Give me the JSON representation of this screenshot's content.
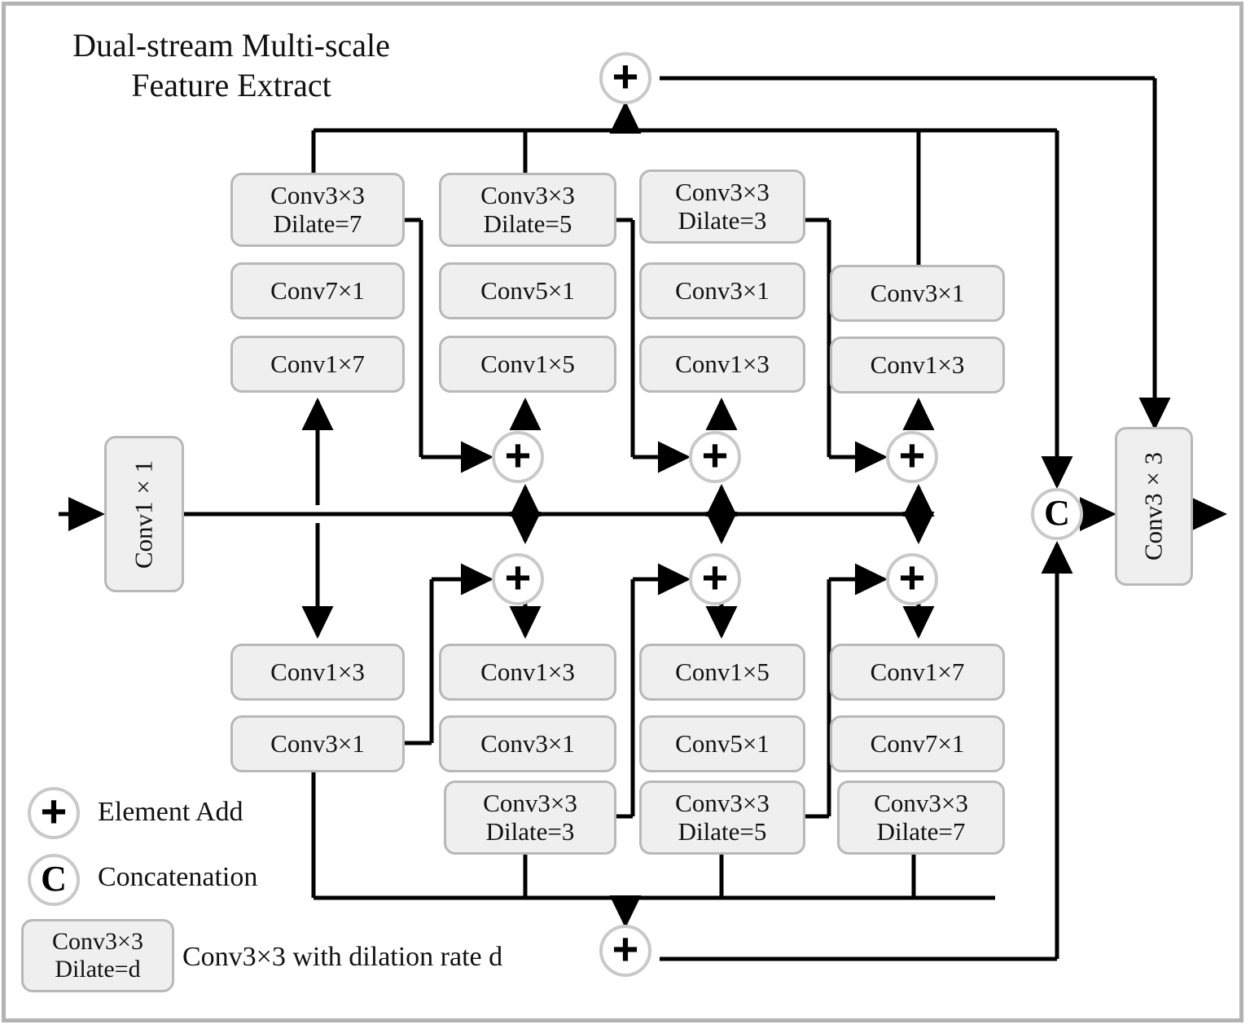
{
  "title": "Dual-stream Multi-scale\nFeature Extract",
  "title_line1": "Dual-stream Multi-scale",
  "title_line2": "Feature Extract",
  "colors": {
    "box_fill": "#efefef",
    "box_border": "#b8b8b8",
    "node_border": "#c9c9c9",
    "wire": "#000000",
    "frame": "#b3b3b3",
    "text": "#111111"
  },
  "entry": {
    "label": "Conv1×1",
    "orientation": "vertical"
  },
  "output": {
    "label": "Conv3×3",
    "orientation": "vertical"
  },
  "nodes": {
    "top_add": {
      "glyph": "+",
      "name": "Element Add"
    },
    "bottom_add": {
      "glyph": "+",
      "name": "Element Add"
    },
    "concat": {
      "glyph": "C",
      "name": "Concatenation"
    },
    "upper_adds": [
      {
        "glyph": "+"
      },
      {
        "glyph": "+"
      },
      {
        "glyph": "+"
      }
    ],
    "lower_adds": [
      {
        "glyph": "+"
      },
      {
        "glyph": "+"
      },
      {
        "glyph": "+"
      }
    ]
  },
  "upper_stream": {
    "columns": [
      {
        "index": 1,
        "blocks": [
          {
            "label_line1": "Conv3×3",
            "label_line2": "Dilate=7",
            "kind": "dilated"
          },
          {
            "label_line1": "Conv7×1",
            "kind": "plain"
          },
          {
            "label_line1": "Conv1×7",
            "kind": "plain"
          }
        ]
      },
      {
        "index": 2,
        "blocks": [
          {
            "label_line1": "Conv3×3",
            "label_line2": "Dilate=5",
            "kind": "dilated"
          },
          {
            "label_line1": "Conv5×1",
            "kind": "plain"
          },
          {
            "label_line1": "Conv1×5",
            "kind": "plain"
          }
        ]
      },
      {
        "index": 3,
        "blocks": [
          {
            "label_line1": "Conv3×3",
            "label_line2": "Dilate=3",
            "kind": "dilated"
          },
          {
            "label_line1": "Conv3×1",
            "kind": "plain"
          },
          {
            "label_line1": "Conv1×3",
            "kind": "plain"
          }
        ]
      },
      {
        "index": 4,
        "blocks": [
          {
            "label_line1": "Conv3×1",
            "kind": "plain"
          },
          {
            "label_line1": "Conv1×3",
            "kind": "plain"
          }
        ]
      }
    ]
  },
  "lower_stream": {
    "columns": [
      {
        "index": 1,
        "blocks": [
          {
            "label_line1": "Conv1×3",
            "kind": "plain"
          },
          {
            "label_line1": "Conv3×1",
            "kind": "plain"
          }
        ]
      },
      {
        "index": 2,
        "blocks": [
          {
            "label_line1": "Conv1×3",
            "kind": "plain"
          },
          {
            "label_line1": "Conv3×1",
            "kind": "plain"
          },
          {
            "label_line1": "Conv3×3",
            "label_line2": "Dilate=3",
            "kind": "dilated"
          }
        ]
      },
      {
        "index": 3,
        "blocks": [
          {
            "label_line1": "Conv1×5",
            "kind": "plain"
          },
          {
            "label_line1": "Conv5×1",
            "kind": "plain"
          },
          {
            "label_line1": "Conv3×3",
            "label_line2": "Dilate=5",
            "kind": "dilated"
          }
        ]
      },
      {
        "index": 4,
        "blocks": [
          {
            "label_line1": "Conv1×7",
            "kind": "plain"
          },
          {
            "label_line1": "Conv7×1",
            "kind": "plain"
          },
          {
            "label_line1": "Conv3×3",
            "label_line2": "Dilate=7",
            "kind": "dilated"
          }
        ]
      }
    ]
  },
  "legend": {
    "add": {
      "glyph": "+",
      "label": "Element Add"
    },
    "concat": {
      "glyph": "C",
      "label": "Concatenation"
    },
    "dilated": {
      "box_line1": "Conv3×3",
      "box_line2": "Dilate=d",
      "label": "Conv3×3 with dilation rate d"
    }
  }
}
